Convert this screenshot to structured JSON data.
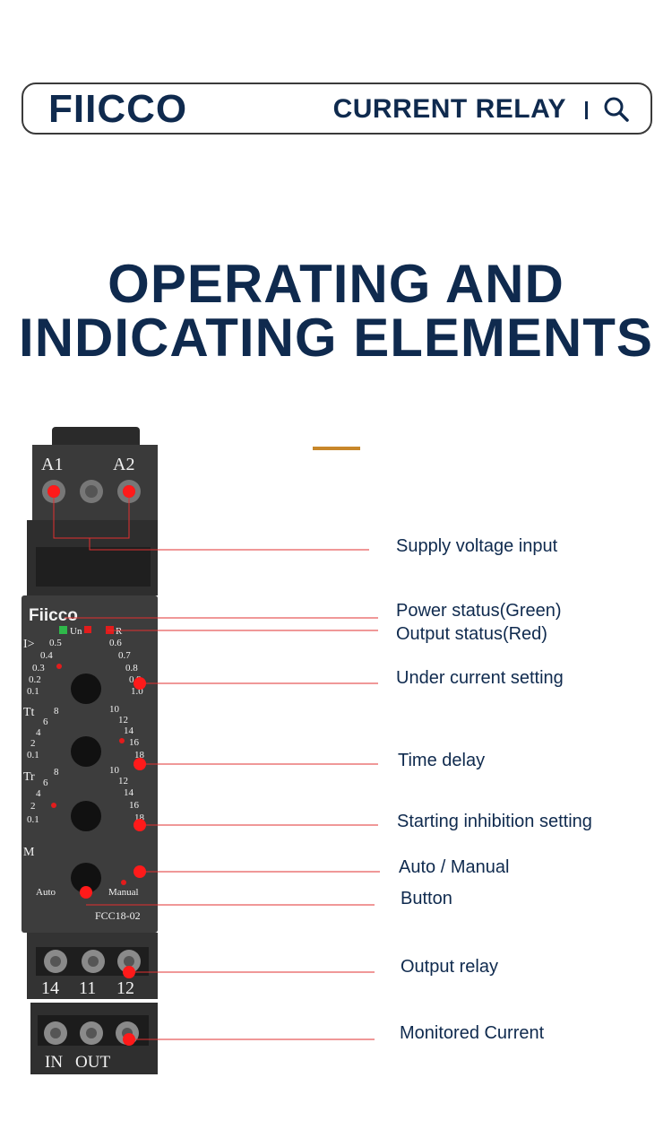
{
  "header": {
    "logo": "FIICCO",
    "title": "CURRENT RELAY",
    "search_icon": "search-icon"
  },
  "heading": {
    "line1": "OPERATING AND",
    "line2": "INDICATING  ELEMENTS"
  },
  "device": {
    "brand": "Fiicco",
    "model": "FCC18-02",
    "top_terminals": [
      "A1",
      "A2"
    ],
    "led_labels": [
      "Un",
      "R"
    ],
    "dial_symbols": [
      "I>",
      "Tt",
      "Tr",
      "M"
    ],
    "dial1_left": [
      "0.5",
      "0.4",
      "0.3",
      "0.2",
      "0.1"
    ],
    "dial1_right": [
      "0.6",
      "0.7",
      "0.8",
      "0.9",
      "1.0"
    ],
    "dial2_left": [
      "8",
      "6",
      "4",
      "2",
      "0.1"
    ],
    "dial2_right": [
      "10",
      "12",
      "14",
      "16",
      "18"
    ],
    "dial3_left": [
      "8",
      "6",
      "4",
      "2",
      "0.1"
    ],
    "dial3_right": [
      "10",
      "12",
      "14",
      "16",
      "18"
    ],
    "mode_left": "Auto",
    "mode_right": "Manual",
    "bottom_terminals_1": [
      "14",
      "11",
      "12"
    ],
    "bottom_terminals_2": [
      "IN",
      "OUT"
    ],
    "colors": {
      "power_led": "#2fb84a",
      "output_led": "#e21c1c",
      "marker": "#ff1a1a"
    }
  },
  "labels": {
    "supply": "Supply voltage input",
    "power_status": "Power status(Green)",
    "output_status": "Output status(Red)",
    "under_current": "Under current setting",
    "time_delay": "Time delay",
    "starting_inhibition": "Starting inhibition setting",
    "auto_manual": "Auto / Manual",
    "button": "Button",
    "output_relay": "Output relay",
    "monitored_current": "Monitored Current"
  }
}
